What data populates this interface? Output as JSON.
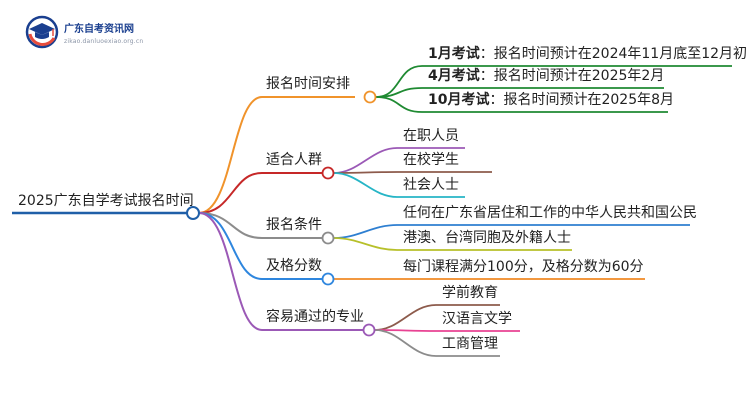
{
  "logo": {
    "name": "广东自考资讯网",
    "url": "zikao.danluoexiao.org.cn"
  },
  "root": {
    "title": "2025广东自学考试报名时间"
  },
  "branches": [
    {
      "id": "schedule",
      "label": "报名时间安排",
      "color": "#f0932b",
      "children": [
        {
          "prefix": "1月考试",
          "text": "：报名时间预计在2024年11月底至12月初",
          "color": "#1f8a32"
        },
        {
          "prefix": "4月考试",
          "text": "：报名时间预计在2025年2月",
          "color": "#1f8a32"
        },
        {
          "prefix": "10月考试",
          "text": "：报名时间预计在2025年8月",
          "color": "#1f8a32"
        }
      ]
    },
    {
      "id": "audience",
      "label": "适合人群",
      "color": "#c62828",
      "children": [
        {
          "text": "在职人员",
          "color": "#9b59b6"
        },
        {
          "text": "在校学生",
          "color": "#8d5b4c"
        },
        {
          "text": "社会人士",
          "color": "#26b5c6"
        }
      ]
    },
    {
      "id": "conditions",
      "label": "报名条件",
      "color": "#8c8c8c",
      "children": [
        {
          "text": "任何在广东省居住和工作的中华人民共和国公民",
          "color": "#2e7fd1"
        },
        {
          "text": "港澳、台湾同胞及外籍人士",
          "color": "#b7c02a"
        }
      ]
    },
    {
      "id": "passing",
      "label": "及格分数",
      "color": "#2e86de",
      "children": [
        {
          "text": "每门课程满分100分，及格分数为60分",
          "color": "#f08a24"
        }
      ]
    },
    {
      "id": "majors",
      "label": "容易通过的专业",
      "color": "#9b59b6",
      "children": [
        {
          "text": "学前教育",
          "color": "#8d5b4c"
        },
        {
          "text": "汉语言文学",
          "color": "#e84393"
        },
        {
          "text": "工商管理",
          "color": "#8c8c8c"
        }
      ]
    }
  ]
}
